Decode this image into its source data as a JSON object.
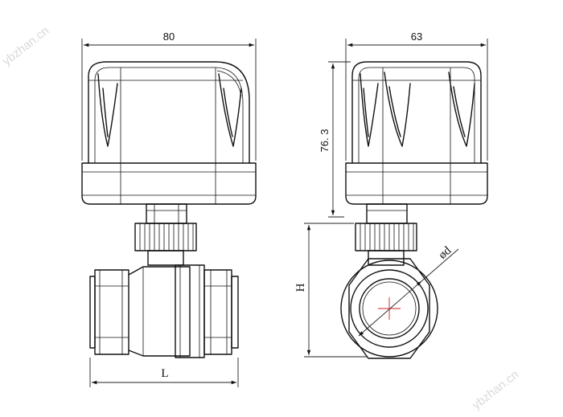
{
  "dimensions": {
    "front_width": "80",
    "side_width": "63",
    "height_actuator": "76. 3",
    "diameter": "ød",
    "overall_height": "H",
    "length": "L"
  },
  "watermark": "ybzhan.cn",
  "colors": {
    "line": "#111111",
    "center_mark": "#d21e1e",
    "watermark": "#d9d9d9"
  }
}
